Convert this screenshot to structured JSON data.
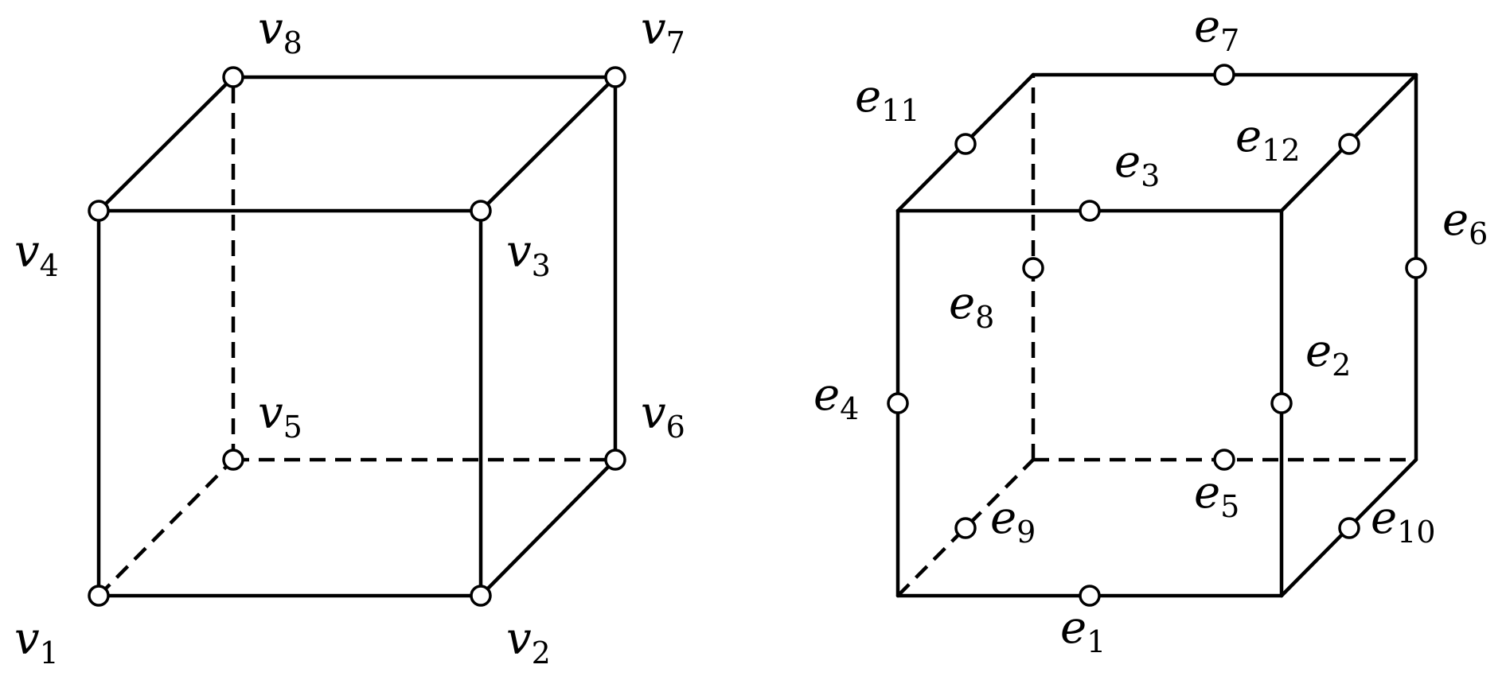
{
  "vertex_cube": {
    "labels": [
      {
        "id": "v1",
        "base": "v",
        "sub": "1"
      },
      {
        "id": "v2",
        "base": "v",
        "sub": "2"
      },
      {
        "id": "v3",
        "base": "v",
        "sub": "3"
      },
      {
        "id": "v4",
        "base": "v",
        "sub": "4"
      },
      {
        "id": "v5",
        "base": "v",
        "sub": "5"
      },
      {
        "id": "v6",
        "base": "v",
        "sub": "6"
      },
      {
        "id": "v7",
        "base": "v",
        "sub": "7"
      },
      {
        "id": "v8",
        "base": "v",
        "sub": "8"
      }
    ]
  },
  "edge_cube": {
    "labels": [
      {
        "id": "e1",
        "base": "e",
        "sub": "1"
      },
      {
        "id": "e2",
        "base": "e",
        "sub": "2"
      },
      {
        "id": "e3",
        "base": "e",
        "sub": "3"
      },
      {
        "id": "e4",
        "base": "e",
        "sub": "4"
      },
      {
        "id": "e5",
        "base": "e",
        "sub": "5"
      },
      {
        "id": "e6",
        "base": "e",
        "sub": "6"
      },
      {
        "id": "e7",
        "base": "e",
        "sub": "7"
      },
      {
        "id": "e8",
        "base": "e",
        "sub": "8"
      },
      {
        "id": "e9",
        "base": "e",
        "sub": "9"
      },
      {
        "id": "e10",
        "base": "e",
        "sub": "10"
      },
      {
        "id": "e11",
        "base": "e",
        "sub": "11"
      },
      {
        "id": "e12",
        "base": "e",
        "sub": "12"
      }
    ]
  }
}
